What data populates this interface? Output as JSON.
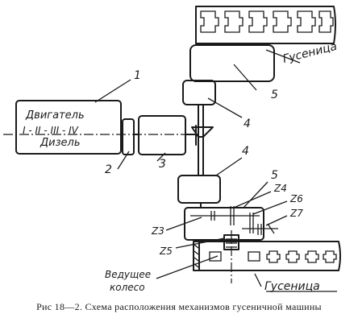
{
  "labels": {
    "engine": "Двигатель",
    "diesel": "Дизель",
    "gears": "I - II - III - IV",
    "track_top": "Гусеница",
    "track_bottom": "Гусеница",
    "drive_wheel_1": "Ведущее",
    "drive_wheel_2": "колесо"
  },
  "callouts": {
    "n1": "1",
    "n2": "2",
    "n3": "3",
    "n4_upper": "4",
    "n4_lower": "4",
    "n5_upper": "5",
    "n5_lower": "5"
  },
  "gear_labels": {
    "z3": "Z3",
    "z4": "Z4",
    "z5": "Z5",
    "z6": "Z6",
    "z7": "Z7"
  },
  "caption": "Рис 18—2. Схема расположения механизмов гусеничной машины"
}
